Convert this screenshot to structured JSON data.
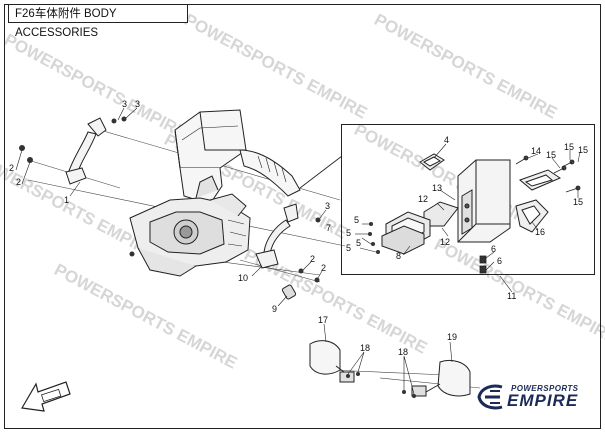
{
  "header": {
    "title": "F26车体附件 BODY ACCESSORIES"
  },
  "watermark": {
    "text": "POWERSPORTS EMPIRE"
  },
  "brand": {
    "top": "POWERSPORTS",
    "main": "EMPIRE",
    "color": "#1b2a57"
  },
  "callouts": [
    "1",
    "2",
    "2",
    "3",
    "3",
    "3",
    "2",
    "2",
    "4",
    "5",
    "5",
    "5",
    "5",
    "6",
    "6",
    "7",
    "8",
    "9",
    "10",
    "11",
    "12",
    "12",
    "13",
    "14",
    "15",
    "15",
    "15",
    "15",
    "16",
    "17",
    "18",
    "18",
    "19"
  ],
  "icons": {
    "direction_arrow": "direction-arrow-icon",
    "brand_logo": "empire-logo-icon"
  }
}
